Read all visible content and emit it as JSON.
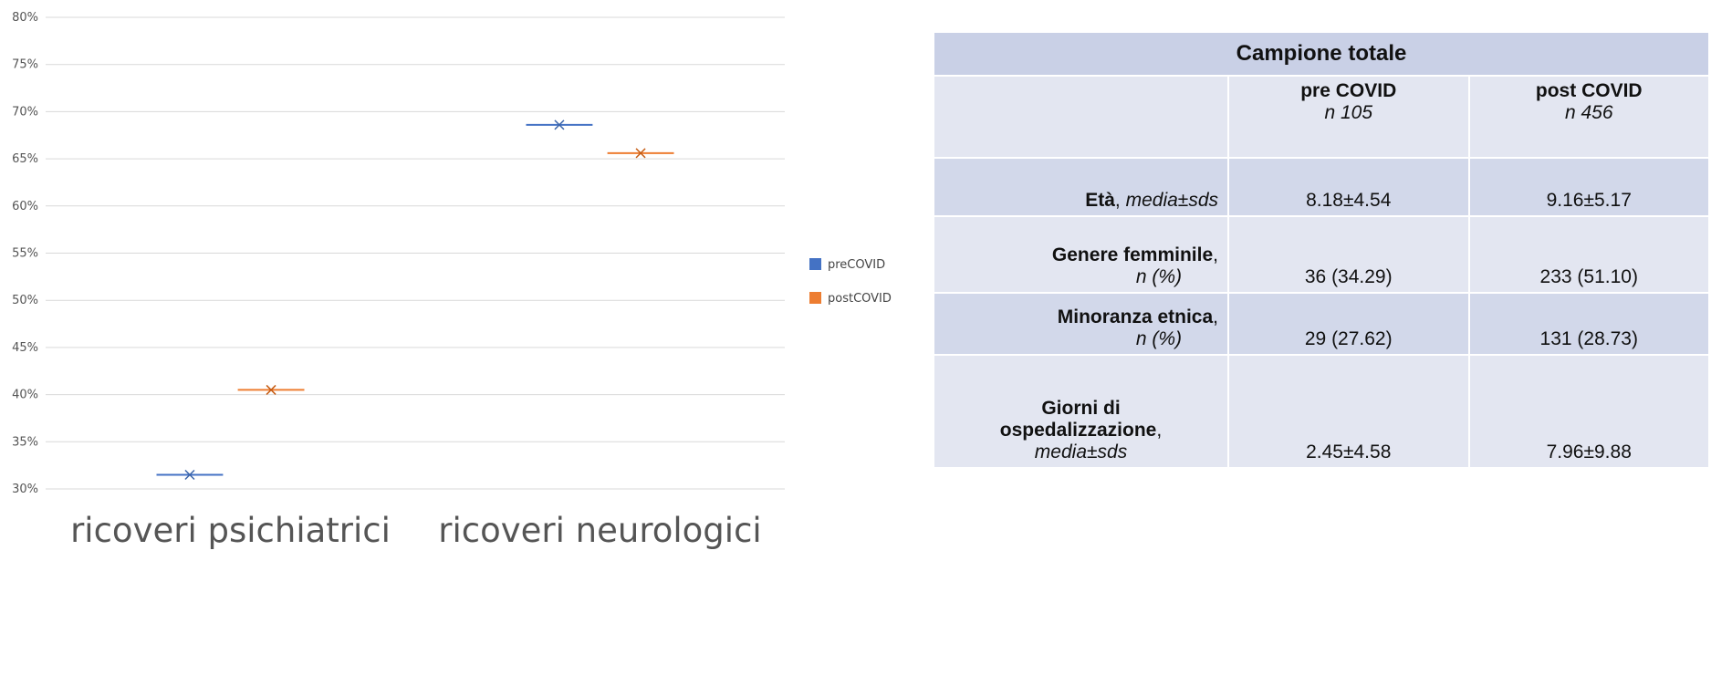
{
  "chart_data": {
    "type": "scatter",
    "categories": [
      "ricoveri psichiatrici",
      "ricoveri neurologici"
    ],
    "series": [
      {
        "name": "preCOVID",
        "values": [
          31.5,
          68.6
        ],
        "color": "#4472c4",
        "marker_color": "#3a63a8"
      },
      {
        "name": "postCOVID",
        "values": [
          40.5,
          65.6
        ],
        "color": "#ed7d31",
        "marker_color": "#c55a11"
      }
    ],
    "ylim": [
      30,
      80
    ],
    "yticks": [
      30,
      35,
      40,
      45,
      50,
      55,
      60,
      65,
      70,
      75,
      80
    ],
    "ytick_labels": [
      "30%",
      "35%",
      "40%",
      "45%",
      "50%",
      "55%",
      "60%",
      "65%",
      "70%",
      "75%",
      "80%"
    ],
    "grid": true,
    "legend": "right",
    "title": "",
    "xlabel": "",
    "ylabel": ""
  },
  "table": {
    "header": "Campione totale",
    "columns": [
      {
        "label": "pre COVID",
        "n": "n 105"
      },
      {
        "label": "post COVID",
        "n": "n 456"
      }
    ],
    "rows": [
      {
        "label_bold": "Età",
        "label_sep": ", ",
        "label_italic": "media±sds",
        "pre": "8.18±4.54",
        "post": "9.16±5.17"
      },
      {
        "label_bold": "Genere femminile",
        "label_sep": ",",
        "label_italic": "n (%)",
        "pre": "36 (34.29)",
        "post": "233 (51.10)"
      },
      {
        "label_bold": "Minoranza etnica",
        "label_sep": ",",
        "label_italic": "n (%)",
        "pre": "29 (27.62)",
        "post": "131 (28.73)"
      },
      {
        "label_bold1": "Giorni di",
        "label_bold2": "ospedalizzazione",
        "label_sep": ",",
        "label_italic": "media±sds",
        "pre": "2.45±4.58",
        "post": "7.96±9.88"
      }
    ]
  }
}
